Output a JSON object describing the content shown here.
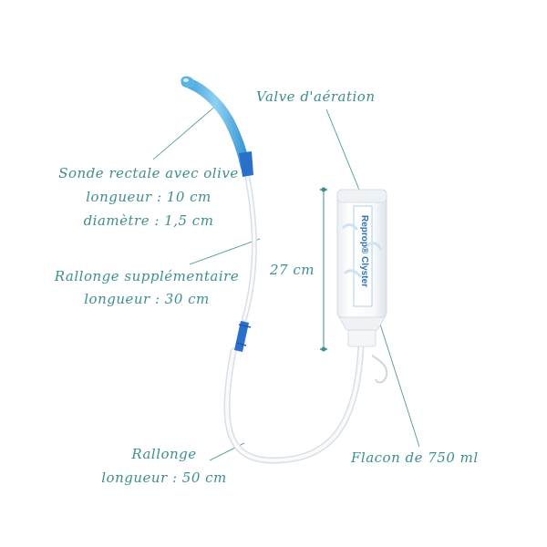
{
  "labels": {
    "valve": "Valve d'aération",
    "probe_title": "Sonde rectale avec olive",
    "probe_length": "longueur : 10 cm",
    "probe_diameter": "diamètre : 1,5 cm",
    "extension_title": "Rallonge supplémentaire",
    "extension_length": "longueur : 30 cm",
    "height": "27 cm",
    "flask": "Flacon de 750 ml",
    "hose_title": "Rallonge",
    "hose_length": "longueur : 50 cm"
  },
  "bottle_brand": "Reprop® Clyster",
  "colors": {
    "label": "#3d8f8e",
    "probe_blue": "#5bb3e6",
    "connector_blue": "#2a6fc9",
    "tube": "#f1f4f6",
    "bottle": "#fbfcfd"
  }
}
